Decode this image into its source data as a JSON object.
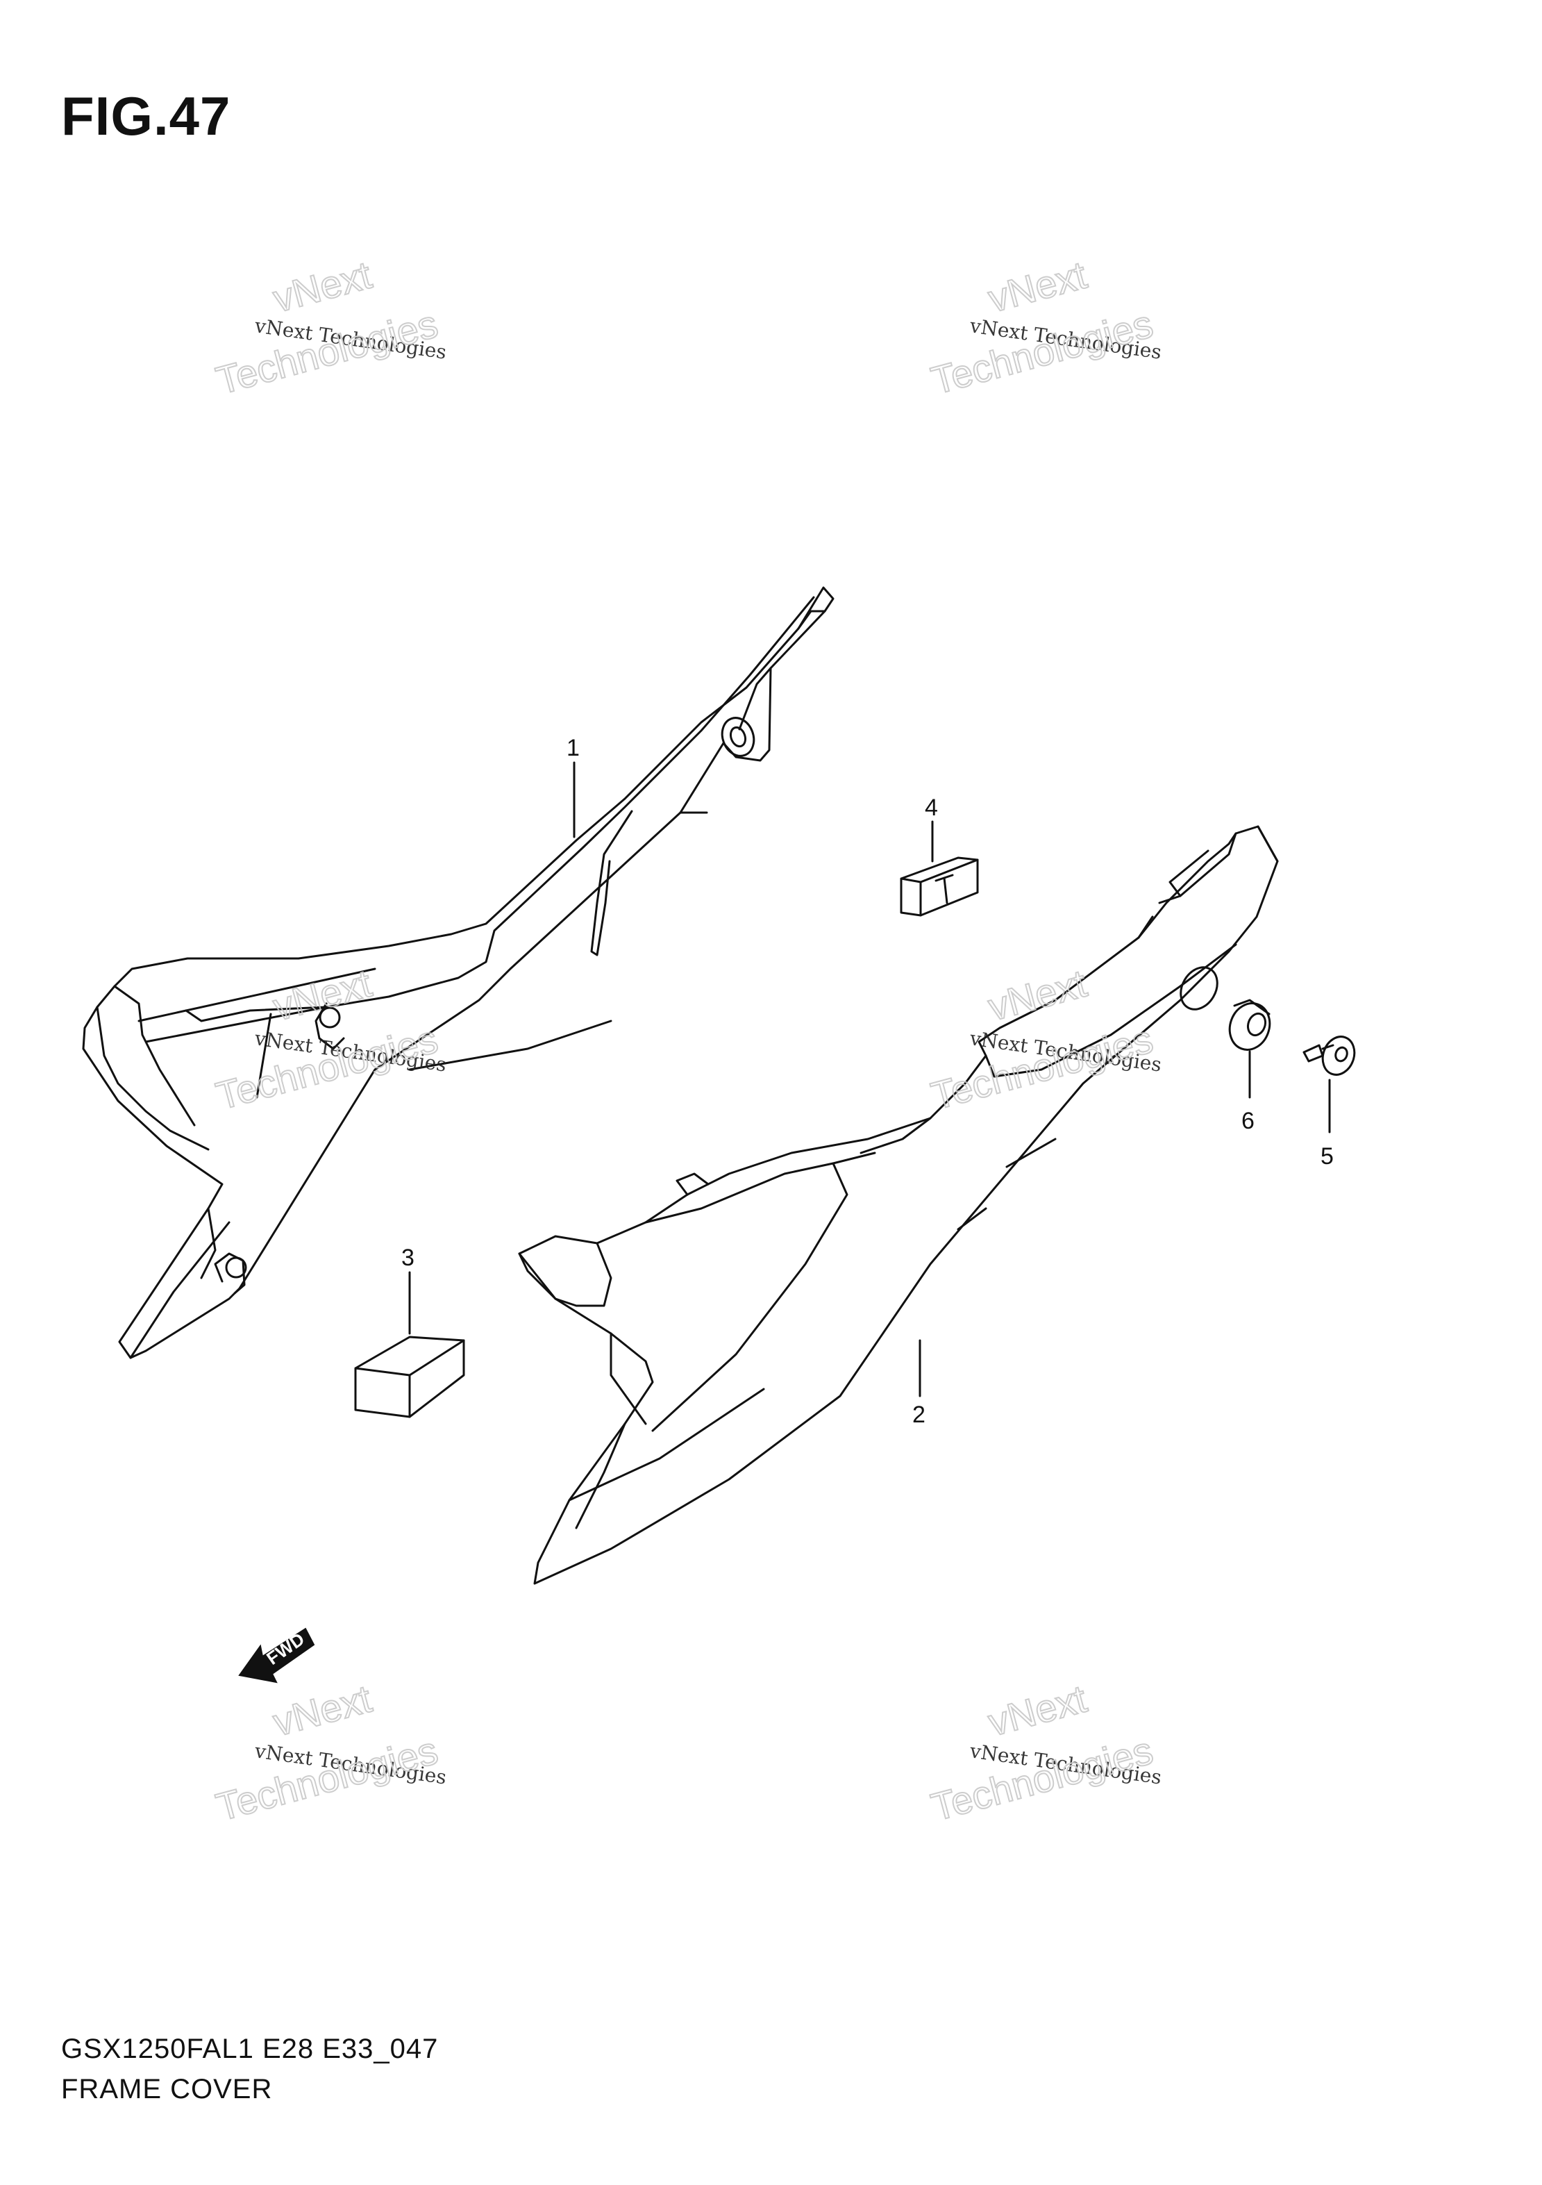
{
  "figure": {
    "title": "FIG.47",
    "model_code": "GSX1250FAL1 E28 E33_047",
    "name": "FRAME COVER"
  },
  "callouts": {
    "c1": "1",
    "c2": "2",
    "c3": "3",
    "c4": "4",
    "c5": "5",
    "c6": "6"
  },
  "direction_label": "FWD",
  "watermark": {
    "line1": "vNext",
    "line2": "vNext Technologies",
    "line3": "Technologies"
  },
  "colors": {
    "ink": "#111111",
    "watermark_outline": "#c8c8c8",
    "background": "#ffffff"
  }
}
